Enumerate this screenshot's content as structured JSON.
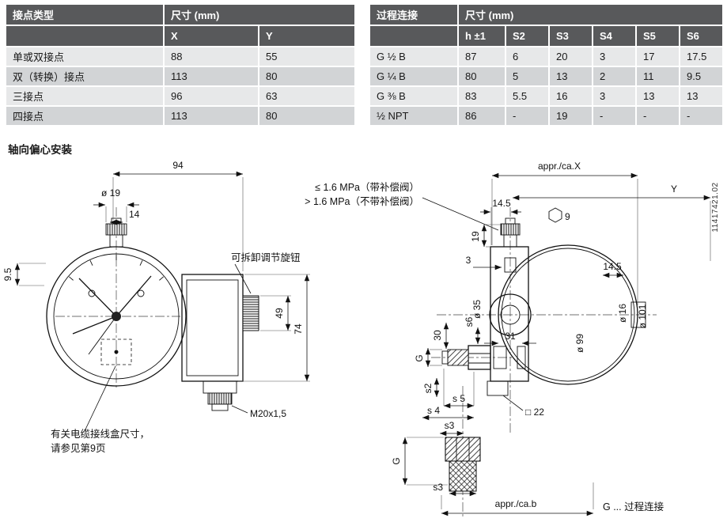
{
  "colors": {
    "table_header_bg": "#58595b",
    "row_light": "#e7e8e9",
    "row_dark": "#d2d4d6",
    "line": "#111111"
  },
  "tables": {
    "contact": {
      "title": "接点类型",
      "dim_header": "尺寸 (mm)",
      "col_x": "X",
      "col_y": "Y",
      "rows": [
        {
          "type": "单或双接点",
          "x": "88",
          "y": "55"
        },
        {
          "type": "双（转换）接点",
          "x": "113",
          "y": "80"
        },
        {
          "type": "三接点",
          "x": "96",
          "y": "63"
        },
        {
          "type": "四接点",
          "x": "113",
          "y": "80"
        }
      ]
    },
    "process": {
      "title": "过程连接",
      "dim_header": "尺寸 (mm)",
      "cols": [
        "h ±1",
        "S2",
        "S3",
        "S4",
        "S5",
        "S6"
      ],
      "rows": [
        {
          "conn": "G ½ B",
          "values": [
            "87",
            "6",
            "20",
            "3",
            "17",
            "17.5"
          ]
        },
        {
          "conn": "G ¼ B",
          "values": [
            "80",
            "5",
            "13",
            "2",
            "11",
            "9.5"
          ]
        },
        {
          "conn": "G ⅜ B",
          "values": [
            "83",
            "5.5",
            "16",
            "3",
            "13",
            "13"
          ]
        },
        {
          "conn": "½ NPT",
          "values": [
            "86",
            "-",
            "19",
            "-",
            "-",
            "-"
          ]
        }
      ]
    }
  },
  "section_title": "轴向偏心安装",
  "left_drawing": {
    "dim_94": "94",
    "dim_d19": "ø 19",
    "dim_14": "14",
    "dim_9_5": "9.5",
    "dim_49": "49",
    "dim_74": "74",
    "knob_label": "可拆卸调节旋钮",
    "m20_label": "M20x1,5",
    "note_line1": "有关电缆接线盒尺寸，",
    "note_line2": "请参见第9页"
  },
  "right_drawing": {
    "mpa_line1": "≤ 1.6 MPa（带补偿阀）",
    "mpa_line2": "> 1.6 MPa（不带补偿阀）",
    "dim_appr_x": "appr./ca.X",
    "dim_y": "Y",
    "dim_14_5_top": "14.5",
    "hex_size": "9",
    "dim_19": "19",
    "dim_3": "3",
    "dim_14_5_right": "14.5",
    "dim_d35": "ø 35",
    "dim_31": "31",
    "dim_d99": "ø 99",
    "dim_d101": "ø 101",
    "dim_d16": "ø 16",
    "dim_s6": "s6",
    "dim_30": "30",
    "dim_g_left": "G",
    "dim_s2": "s2",
    "dim_s5": "s 5",
    "dim_s4": "s 4",
    "dim_s3_left": "s3",
    "dim_sq22": "□ 22",
    "dim_g_bottom": "G",
    "dim_s3_bottom": "s3",
    "dim_appr_b": "appr./ca.b",
    "g_note": "G ... 过程连接",
    "doc_number": "11417421.02"
  }
}
